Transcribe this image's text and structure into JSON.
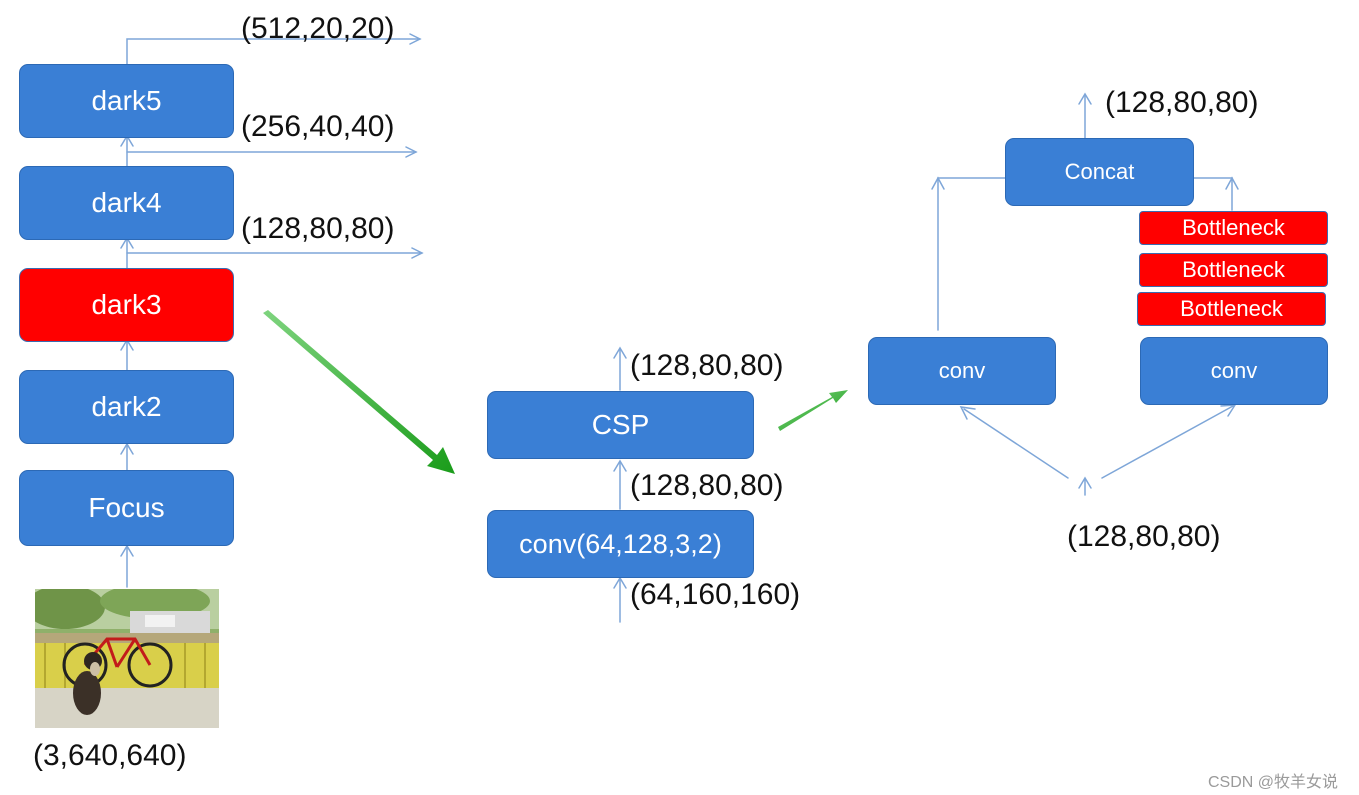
{
  "backbone": {
    "blocks": {
      "dark5": "dark5",
      "dark4": "dark4",
      "dark3": "dark3",
      "dark2": "dark2",
      "focus": "Focus"
    },
    "outputs": {
      "dark5_out": "(512,20,20)",
      "dark4_out": "(256,40,40)",
      "dark3_out": "(128,80,80)"
    },
    "input_shape": "(3,640,640)"
  },
  "dark3_detail": {
    "csp": "CSP",
    "conv": "conv(64,128,3,2)",
    "csp_out": "(128,80,80)",
    "conv_out": "(128,80,80)",
    "conv_in": "(64,160,160)"
  },
  "csp_detail": {
    "concat": "Concat",
    "conv_left": "conv",
    "conv_right": "conv",
    "bottlenecks": [
      "Bottleneck",
      "Bottleneck",
      "Bottleneck"
    ],
    "concat_out": "(128,80,80)",
    "csp_in": "(128,80,80)"
  },
  "colors": {
    "block": "#3a7fd5",
    "highlight": "#ff0000",
    "connector": "#7ea6d8",
    "arrow": "#22aa22"
  },
  "watermark": "CSDN @牧羊女说"
}
